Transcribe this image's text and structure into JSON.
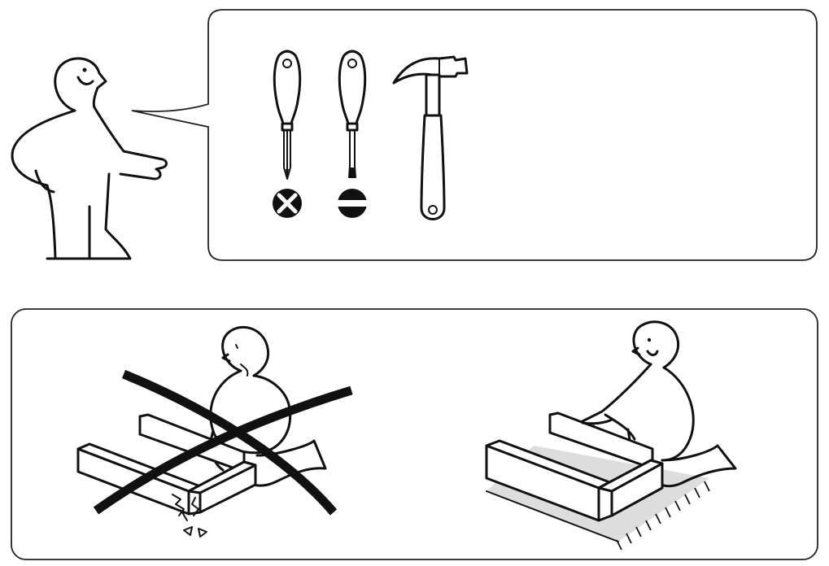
{
  "page": {
    "panels": [
      "tools-panel",
      "floor-protection-panel"
    ]
  },
  "tools": [
    {
      "icon": "phillips-screwdriver-icon",
      "symbol": "phillips-head-symbol-icon"
    },
    {
      "icon": "flathead-screwdriver-icon",
      "symbol": "flat-head-symbol-icon"
    },
    {
      "icon": "hammer-icon"
    }
  ],
  "illustrations": [
    {
      "icon": "person-figure-icon"
    },
    {
      "icon": "damaged-frame-crossed-out-icon",
      "meaning": "prohibited"
    },
    {
      "icon": "frame-on-rug-icon",
      "meaning": "recommended"
    }
  ],
  "colors": {
    "ink": "#111111",
    "paper": "#ffffff",
    "panel_border": "#222222",
    "rug_shade": "#dddddd"
  }
}
